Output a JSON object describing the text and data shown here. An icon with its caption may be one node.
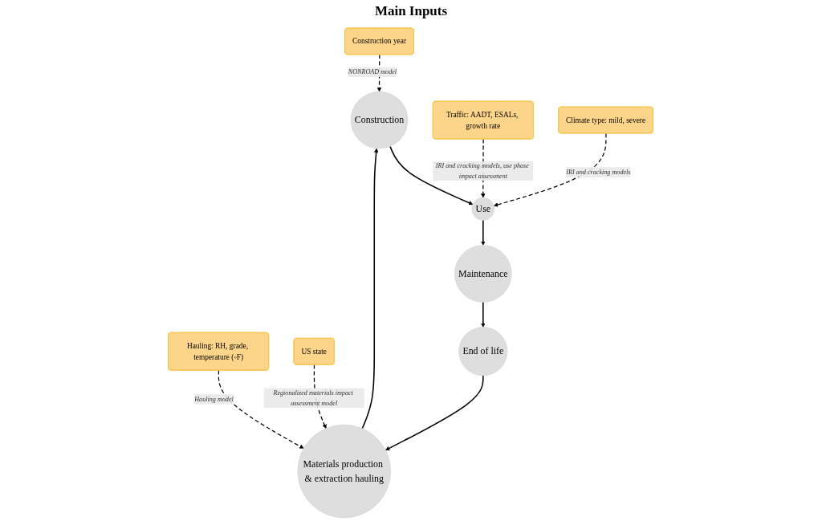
{
  "diagram": {
    "nodes": [
      {
        "text": [
          "Construction"
        ]
      },
      {
        "text": [
          "Materials production & extraction hauling"
        ]
      },
      {
        "text": [
          "Use"
        ]
      },
      {
        "text": [
          "Construction year"
        ]
      },
      {
        "text": [
          "Hauling: RH, grade, temperature (◦F)"
        ]
      },
      {
        "text": [
          "US state"
        ]
      },
      {
        "text": [
          "Traffic: AADT, ESALs, growth rate"
        ]
      },
      {
        "text": [
          "Climate type: mild, severe"
        ]
      },
      {
        "text": [
          "End of life"
        ]
      },
      {
        "text": [
          "Maintenance"
        ]
      }
    ],
    "edges": [
      {
        "from": 1,
        "to": 0,
        "arrow": "to"
      },
      {
        "from": 0,
        "to": 2,
        "arrow": "to"
      },
      {
        "from": 2,
        "to": 9,
        "arrow": "to"
      },
      {
        "from": 9,
        "to": 8,
        "arrow": "to"
      },
      {
        "from": 8,
        "to": 1,
        "arrow": "to"
      },
      {
        "from": 3,
        "to": 0,
        "arrow": "to",
        "style": "dashed",
        "label": "NONROAD model"
      },
      {
        "from": 4,
        "to": 1,
        "arrow": "to",
        "style": "dashed",
        "label": "Hauling model"
      },
      {
        "from": 5,
        "to": 1,
        "arrow": "to",
        "style": "dashed",
        "label": "Regionalized materials impact assessment model"
      },
      {
        "from": 6,
        "to": 2,
        "arrow": "to",
        "style": "dashed",
        "label": "IRI and cracking models, use phase impact assessment"
      },
      {
        "from": 7,
        "to": 2,
        "arrow": "to",
        "style": "dashed",
        "label": "IRI and cracking models"
      }
    ],
    "labels": [
      "Main Inputs"
    ]
  }
}
